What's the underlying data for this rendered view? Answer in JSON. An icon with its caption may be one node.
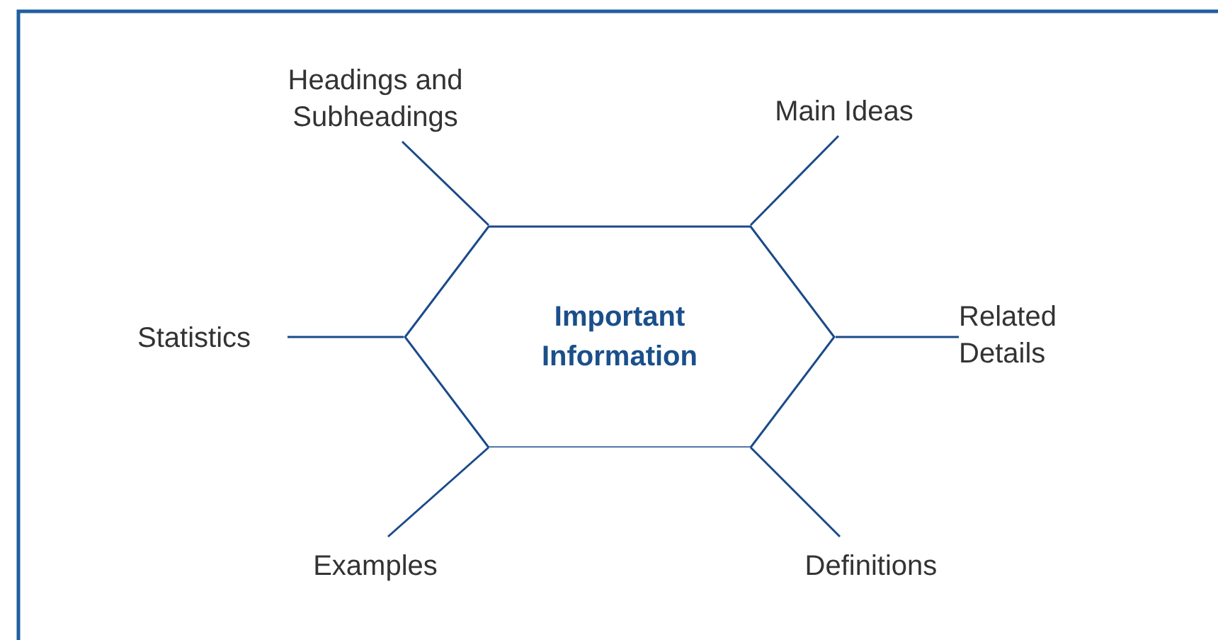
{
  "diagram": {
    "nodes": [
      {
        "text": [
          "Important Information"
        ]
      },
      {
        "text": [
          "Headings and Subheadings"
        ]
      },
      {
        "text": [
          "Main Ideas"
        ]
      },
      {
        "text": [
          "Statistics"
        ]
      },
      {
        "text": [
          "Related Details"
        ]
      },
      {
        "text": [
          "Examples"
        ]
      },
      {
        "text": [
          "Definitions"
        ]
      }
    ],
    "edges": [
      {
        "from": 0,
        "to": 1,
        "arrow": "none"
      },
      {
        "from": 0,
        "to": 2,
        "arrow": "none"
      },
      {
        "from": 0,
        "to": 3,
        "arrow": "none"
      },
      {
        "from": 0,
        "to": 4,
        "arrow": "none"
      },
      {
        "from": 0,
        "to": 5,
        "arrow": "none"
      },
      {
        "from": 0,
        "to": 6,
        "arrow": "none"
      }
    ]
  }
}
